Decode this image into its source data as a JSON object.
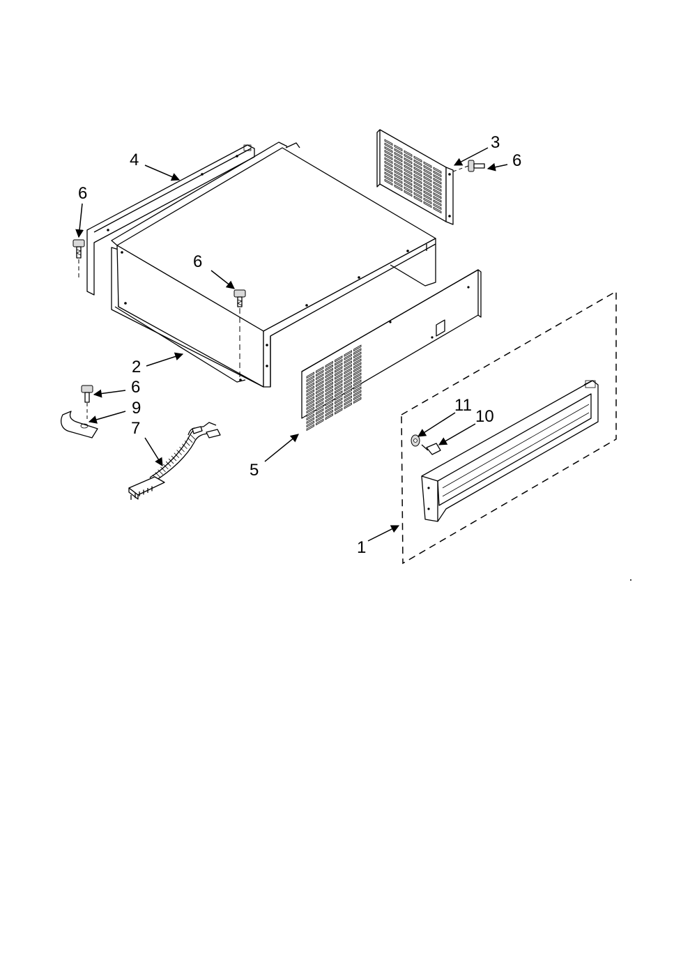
{
  "colors": {
    "line": "#000000",
    "background": "#ffffff",
    "fill_shade": "#d9d9d9"
  },
  "callouts": [
    {
      "id": "c1",
      "label": "1"
    },
    {
      "id": "c2",
      "label": "2"
    },
    {
      "id": "c3",
      "label": "3"
    },
    {
      "id": "c4",
      "label": "4"
    },
    {
      "id": "c5",
      "label": "5"
    },
    {
      "id": "c6a",
      "label": "6"
    },
    {
      "id": "c6b",
      "label": "6"
    },
    {
      "id": "c6c",
      "label": "6"
    },
    {
      "id": "c6d",
      "label": "6"
    },
    {
      "id": "c7",
      "label": "7"
    },
    {
      "id": "c9",
      "label": "9"
    },
    {
      "id": "c10",
      "label": "10"
    },
    {
      "id": "c11",
      "label": "11"
    }
  ]
}
